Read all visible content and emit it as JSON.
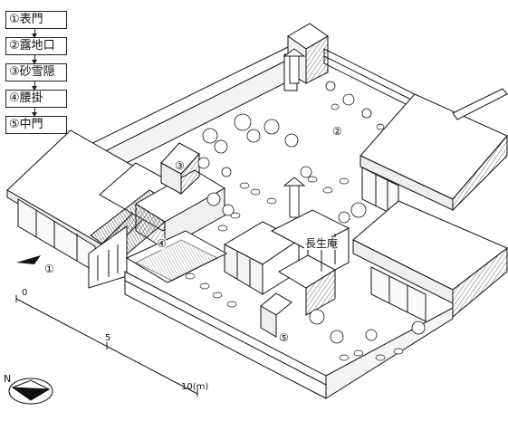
{
  "legend": {
    "steps": [
      "①表門",
      "②露地口",
      "③砂雪隠",
      "④腰掛",
      "⑤中門"
    ]
  },
  "markers": {
    "gate_front": "①",
    "roji_entrance": "②",
    "sunasetchin": "③",
    "koshikake": "④",
    "chumon": "⑤"
  },
  "building_label": "長生庵",
  "scale": {
    "zero": "0",
    "five": "5",
    "ten": "10(m)"
  },
  "north": "N"
}
